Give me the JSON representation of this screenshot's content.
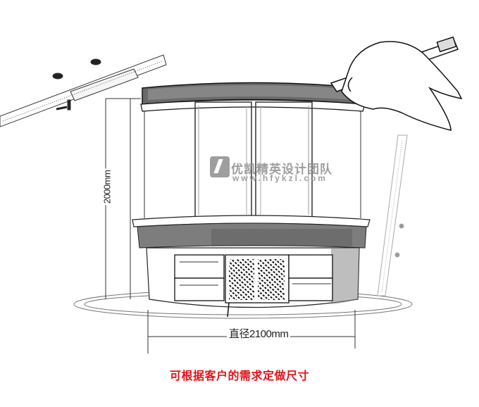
{
  "illustration": {
    "subject": "round display cabinet sketch",
    "height_dimension": "2000mm",
    "diameter_dimension": "直径2100mm"
  },
  "watermark": {
    "name": "优凯精英设计团队",
    "url": "www.hfykzl.com"
  },
  "caption": "可根据客户的需求定做尺寸",
  "colors": {
    "caption": "#e1141b",
    "sketch_line": "#222222",
    "watermark": "#8e8e8e",
    "background": "#ffffff"
  }
}
